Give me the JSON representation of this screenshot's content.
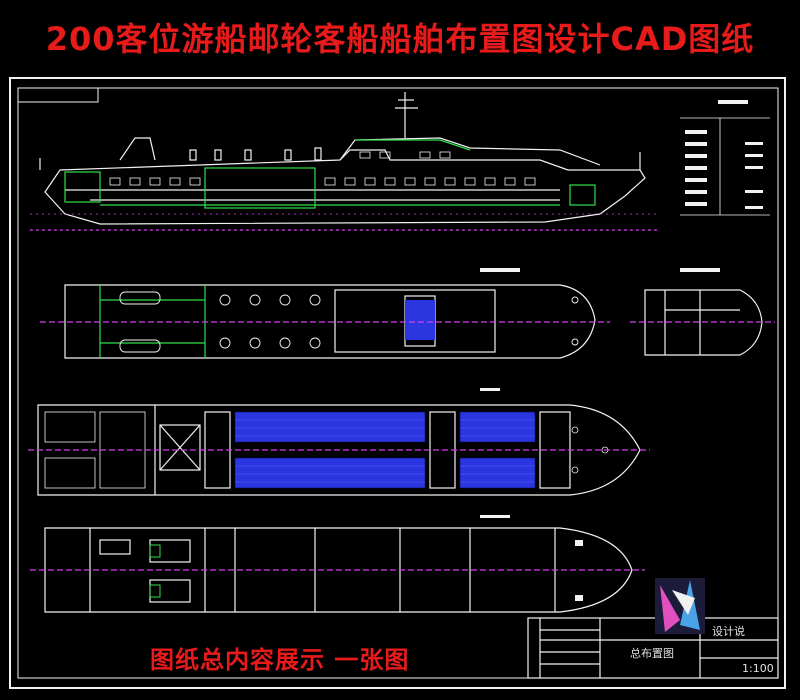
{
  "header": {
    "title": "200客位游船邮轮客船船舶布置图设计CAD图纸"
  },
  "caption": {
    "text": "图纸总内容展示  一张图"
  },
  "title_block": {
    "drawing_name": "总布置图",
    "stamp": "设计说",
    "scale": "1:100"
  },
  "colors": {
    "background": "#000000",
    "title_red": "#e81b1b",
    "line_white": "#f2f2f2",
    "centerline_magenta": "#d23cf0",
    "deck_green": "#2ee04a",
    "seat_blue": "#2b36e0"
  }
}
